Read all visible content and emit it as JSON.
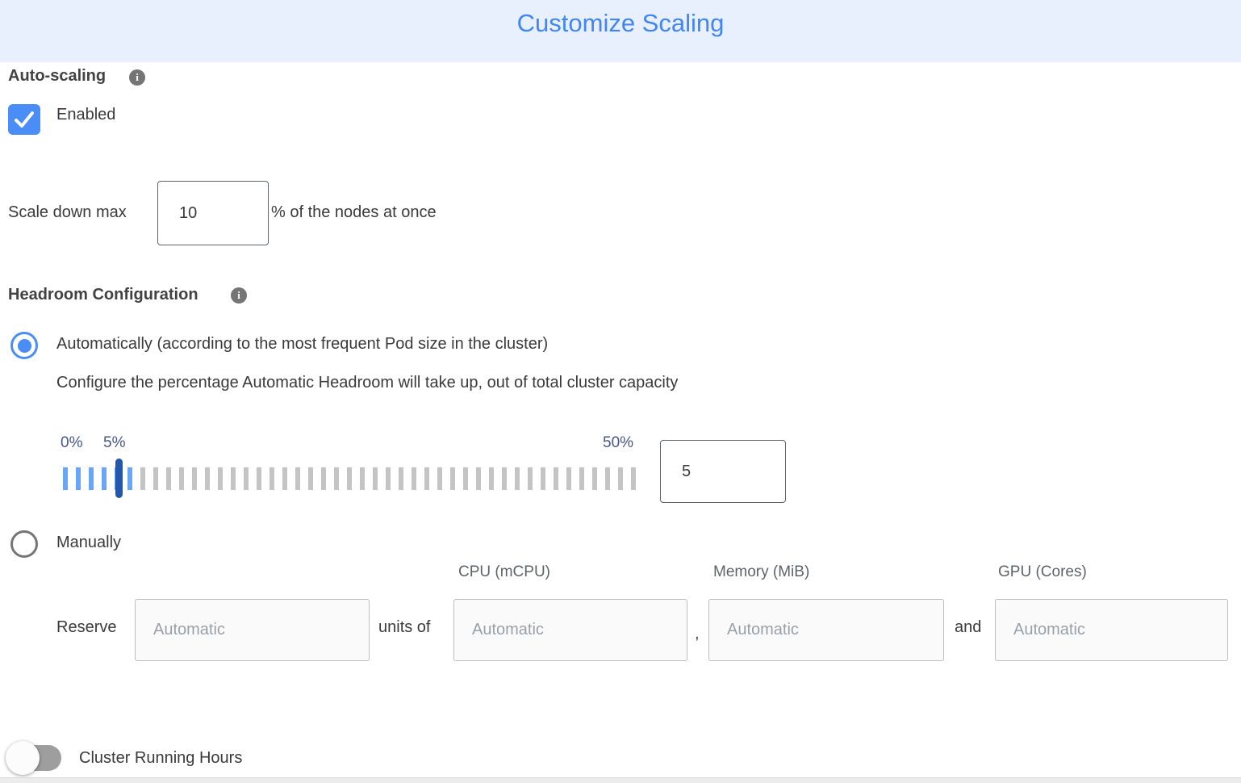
{
  "header": {
    "title": "Customize Scaling"
  },
  "autoscaling": {
    "label": "Auto-scaling",
    "enabled_label": "Enabled",
    "checked": true
  },
  "scale_down": {
    "label": "Scale down max",
    "value": "10",
    "suffix": "% of the nodes at once"
  },
  "headroom": {
    "label": "Headroom Configuration",
    "auto_option": "Automatically (according to the most frequent Pod size in the cluster)",
    "auto_description": "Configure the percentage Automatic Headroom will take up, out of total cluster capacity",
    "manual_option": "Manually",
    "slider": {
      "min_label": "0%",
      "handle_label": "5%",
      "max_label": "50%",
      "value": "5",
      "tick_count": 45,
      "blue_tick_count": 6
    }
  },
  "reserve": {
    "label": "Reserve",
    "units_of": "units of",
    "comma": ",",
    "and": "and",
    "placeholder": "Automatic",
    "columns": [
      "CPU (mCPU)",
      "Memory (MiB)",
      "GPU (Cores)"
    ]
  },
  "cluster_running_hours": {
    "label": "Cluster Running Hours",
    "enabled": false
  },
  "icons": {
    "info": "info-icon"
  },
  "colors": {
    "header_bg": "#e8f0fe",
    "header_text": "#4285f4",
    "accent_blue": "#4a8df6",
    "slider_tick_blue": "#6aa6f8",
    "slider_tick_gray": "#c4c4c4",
    "slider_handle": "#2257ad",
    "slider_label": "#47568c",
    "toggle_track_off": "#9e9e9e"
  }
}
